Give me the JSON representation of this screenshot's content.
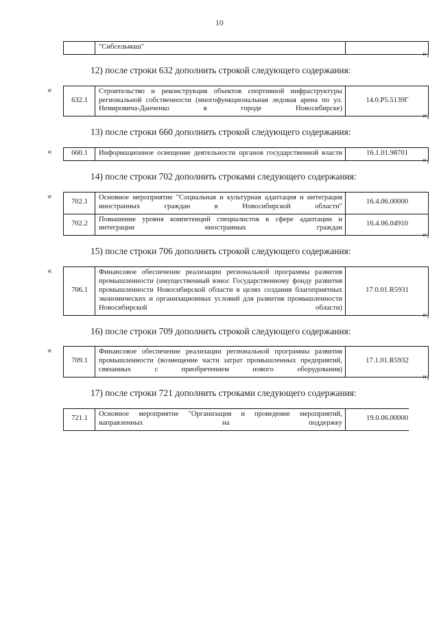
{
  "page": {
    "number": "10",
    "quote_open": "«",
    "quote_close": "»;"
  },
  "blocks": [
    {
      "id": "table-sibselmash",
      "kind": "table",
      "rows": [
        {
          "num": "",
          "name": "\"Сибсельмаш\"",
          "code": ""
        }
      ]
    },
    {
      "id": "para-12",
      "kind": "para",
      "text": "12) после строки 632 дополнить строкой следующего содержания:"
    },
    {
      "id": "table-632",
      "kind": "table",
      "rows": [
        {
          "num": "632.1",
          "name": "Строительство и реконструкция объектов спортивной инфраструктуры региональной собственности (многофункциональная ледовая арена по ул. Немировича-Данченко в городе Новосибирске)",
          "code": "14.0.Р5.5139Г"
        }
      ]
    },
    {
      "id": "para-13",
      "kind": "para",
      "text": "13) после строки 660 дополнить строкой следующего содержания:"
    },
    {
      "id": "table-660",
      "kind": "table",
      "rows": [
        {
          "num": "660.1",
          "name": "Информационное освещение деятельности органов государственной власти",
          "code": "16.1.01.98701"
        }
      ]
    },
    {
      "id": "para-14",
      "kind": "para",
      "text": "14) после строки 702 дополнить строками следующего содержания:"
    },
    {
      "id": "table-702",
      "kind": "table",
      "rows": [
        {
          "num": "702.1",
          "name": "Основное мероприятие \"Социальная и культурная адаптация и интеграция иностранных граждан в Новосибирской области\"",
          "code": "16.4.06.00000"
        },
        {
          "num": "702.2",
          "name": "Повышение уровня компетенций специалистов в сфере адаптации и интеграции иностранных граждан",
          "code": "16.4.06.04910"
        }
      ]
    },
    {
      "id": "para-15",
      "kind": "para",
      "text": "15) после строки 706 дополнить строкой следующего содержания:"
    },
    {
      "id": "table-706",
      "kind": "table",
      "rows": [
        {
          "num": "706.1",
          "name": "Финансовое обеспечение реализации региональной программы развития промышленности (имущественный взнос Государственному фонду развития промышленности Новосибирской области в целях создания благоприятных экономических и организационных условий для развития промышленности Новосибирской области)",
          "code": "17.0.01.R5931"
        }
      ]
    },
    {
      "id": "para-16",
      "kind": "para",
      "text": "16) после строки 709 дополнить строкой следующего содержания:"
    },
    {
      "id": "table-709",
      "kind": "table",
      "rows": [
        {
          "num": "709.1",
          "name": "Финансовое обеспечение реализации региональной программы развития промышленности (возмещение части затрат промышленных предприятий, связанных с приобретением нового оборудования)",
          "code": "17.1.01.R5932"
        }
      ]
    },
    {
      "id": "para-17",
      "kind": "para",
      "text": "17) после строки 721 дополнить строками следующего содержания:"
    },
    {
      "id": "table-721",
      "kind": "table",
      "rows": [
        {
          "num": "721.1",
          "name": "Основное мероприятие \"Организация и проведение мероприятий, направленных на поддержку",
          "code": "19.0.06.00000"
        }
      ]
    }
  ]
}
